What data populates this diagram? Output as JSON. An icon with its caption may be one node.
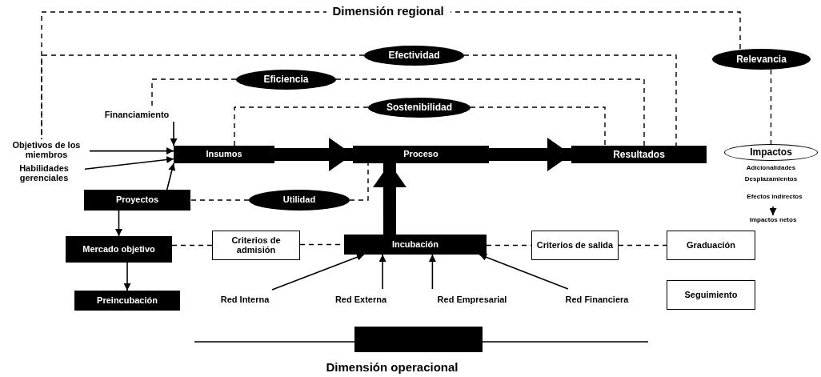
{
  "diagram": {
    "title": "Dimensión regional",
    "caption": "Dimensión operacional",
    "nodes": [
      {
        "text": [
          "Efectividad"
        ]
      },
      {
        "text": [
          "Relevancia"
        ]
      },
      {
        "text": [
          "Eficiencia"
        ]
      },
      {
        "text": [
          "Sostenibilidad"
        ]
      },
      {
        "text": [
          "Financiamiento"
        ]
      },
      {
        "text": [
          "Objetivos de los miembros"
        ]
      },
      {
        "text": [
          "Habilidades gerenciales"
        ]
      },
      {
        "text": [
          "Insumos"
        ]
      },
      {
        "text": [
          "Proceso"
        ]
      },
      {
        "text": [
          "Resultados"
        ]
      },
      {
        "text": [
          "Impactos"
        ],
        "beside": [
          "Adicionalidades",
          "Desplazamientos"
        ]
      },
      {
        "text": [
          "Efectos indirectos"
        ]
      },
      {
        "text": [
          "Proyectos"
        ]
      },
      {
        "text": [
          "Utilidad"
        ]
      },
      {
        "text": [
          "Impactos netos"
        ]
      },
      {
        "text": [
          "Mercado objetivo"
        ]
      },
      {
        "text": [
          "Criterios de admisión"
        ]
      },
      {
        "text": [
          "Incubación"
        ]
      },
      {
        "text": [
          "Criterios de salida"
        ]
      },
      {
        "text": [
          "Graduación"
        ]
      },
      {
        "text": [
          "Preincubación"
        ]
      },
      {
        "text": [
          "Red Interna"
        ]
      },
      {
        "text": [
          "Red Externa"
        ]
      },
      {
        "text": [
          "Red Empresarial"
        ]
      },
      {
        "text": [
          "Red Financiera"
        ]
      },
      {
        "text": [
          "Seguimiento"
        ]
      }
    ],
    "edges": [
      {
        "from": 4,
        "to": 7,
        "arrow": "to"
      },
      {
        "from": 5,
        "to": 7,
        "arrow": "to"
      },
      {
        "from": 6,
        "to": 7,
        "arrow": "to"
      },
      {
        "from": 12,
        "to": 7,
        "arrow": "to"
      },
      {
        "from": 7,
        "to": 8,
        "arrow": "to",
        "style": "thick"
      },
      {
        "from": 8,
        "to": 9,
        "arrow": "to",
        "style": "thick"
      },
      {
        "from": 17,
        "to": 8,
        "arrow": "to",
        "style": "thick"
      },
      {
        "from": 12,
        "to": 15,
        "arrow": "to"
      },
      {
        "from": 15,
        "to": 20,
        "arrow": "to"
      },
      {
        "from": 15,
        "to": 16,
        "arrow": "none",
        "style": "dashed"
      },
      {
        "from": 16,
        "to": 17,
        "arrow": "none",
        "style": "dashed"
      },
      {
        "from": 17,
        "to": 18,
        "arrow": "none",
        "style": "dashed"
      },
      {
        "from": 18,
        "to": 19,
        "arrow": "none",
        "style": "dashed"
      },
      {
        "from": 21,
        "to": 17,
        "arrow": "to"
      },
      {
        "from": 22,
        "to": 17,
        "arrow": "to"
      },
      {
        "from": 23,
        "to": 17,
        "arrow": "to"
      },
      {
        "from": 24,
        "to": 17,
        "arrow": "to"
      },
      {
        "from": 11,
        "to": 14,
        "arrow": "to"
      },
      {
        "from": 1,
        "to": 5,
        "arrow": "none",
        "style": "dashed"
      },
      {
        "from": 1,
        "to": 10,
        "arrow": "none",
        "style": "dashed"
      },
      {
        "from": 0,
        "to": 5,
        "arrow": "none",
        "style": "dashed"
      },
      {
        "from": 0,
        "to": 9,
        "arrow": "none",
        "style": "dashed"
      },
      {
        "from": 2,
        "to": 4,
        "arrow": "none",
        "style": "dashed"
      },
      {
        "from": 2,
        "to": 9,
        "arrow": "none",
        "style": "dashed"
      },
      {
        "from": 3,
        "to": 7,
        "arrow": "none",
        "style": "dashed"
      },
      {
        "from": 3,
        "to": 9,
        "arrow": "none",
        "style": "dashed"
      },
      {
        "from": 13,
        "to": 12,
        "arrow": "none",
        "style": "dashed"
      },
      {
        "from": 13,
        "to": 8,
        "arrow": "none",
        "style": "dashed"
      }
    ]
  }
}
